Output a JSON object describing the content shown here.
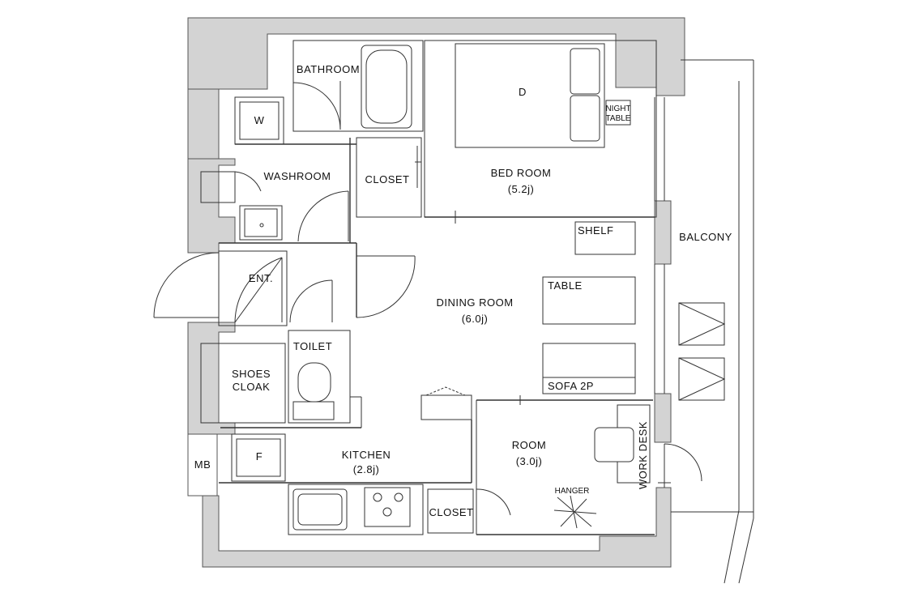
{
  "labels": {
    "bathroom": "BATHROOM",
    "w": "W",
    "washroom": "WASHROOM",
    "closet_upper": "CLOSET",
    "bed_d": "D",
    "night_table_1": "NIGHT",
    "night_table_2": "TABLE",
    "bedroom": "BED ROOM",
    "bedroom_size": "(5.2j)",
    "shelf": "SHELF",
    "balcony": "BALCONY",
    "ent": "ENT.",
    "dining": "DINING ROOM",
    "dining_size": "(6.0j)",
    "table": "TABLE",
    "toilet": "TOILET",
    "shoes_1": "SHOES",
    "shoes_2": "CLOAK",
    "sofa": "SOFA 2P",
    "room": "ROOM",
    "room_size": "(3.0j)",
    "work_desk": "WORK DESK",
    "mb": "MB",
    "f": "F",
    "kitchen": "KITCHEN",
    "kitchen_size": "(2.8j)",
    "hanger": "HANGER",
    "closet_lower": "CLOSET"
  }
}
